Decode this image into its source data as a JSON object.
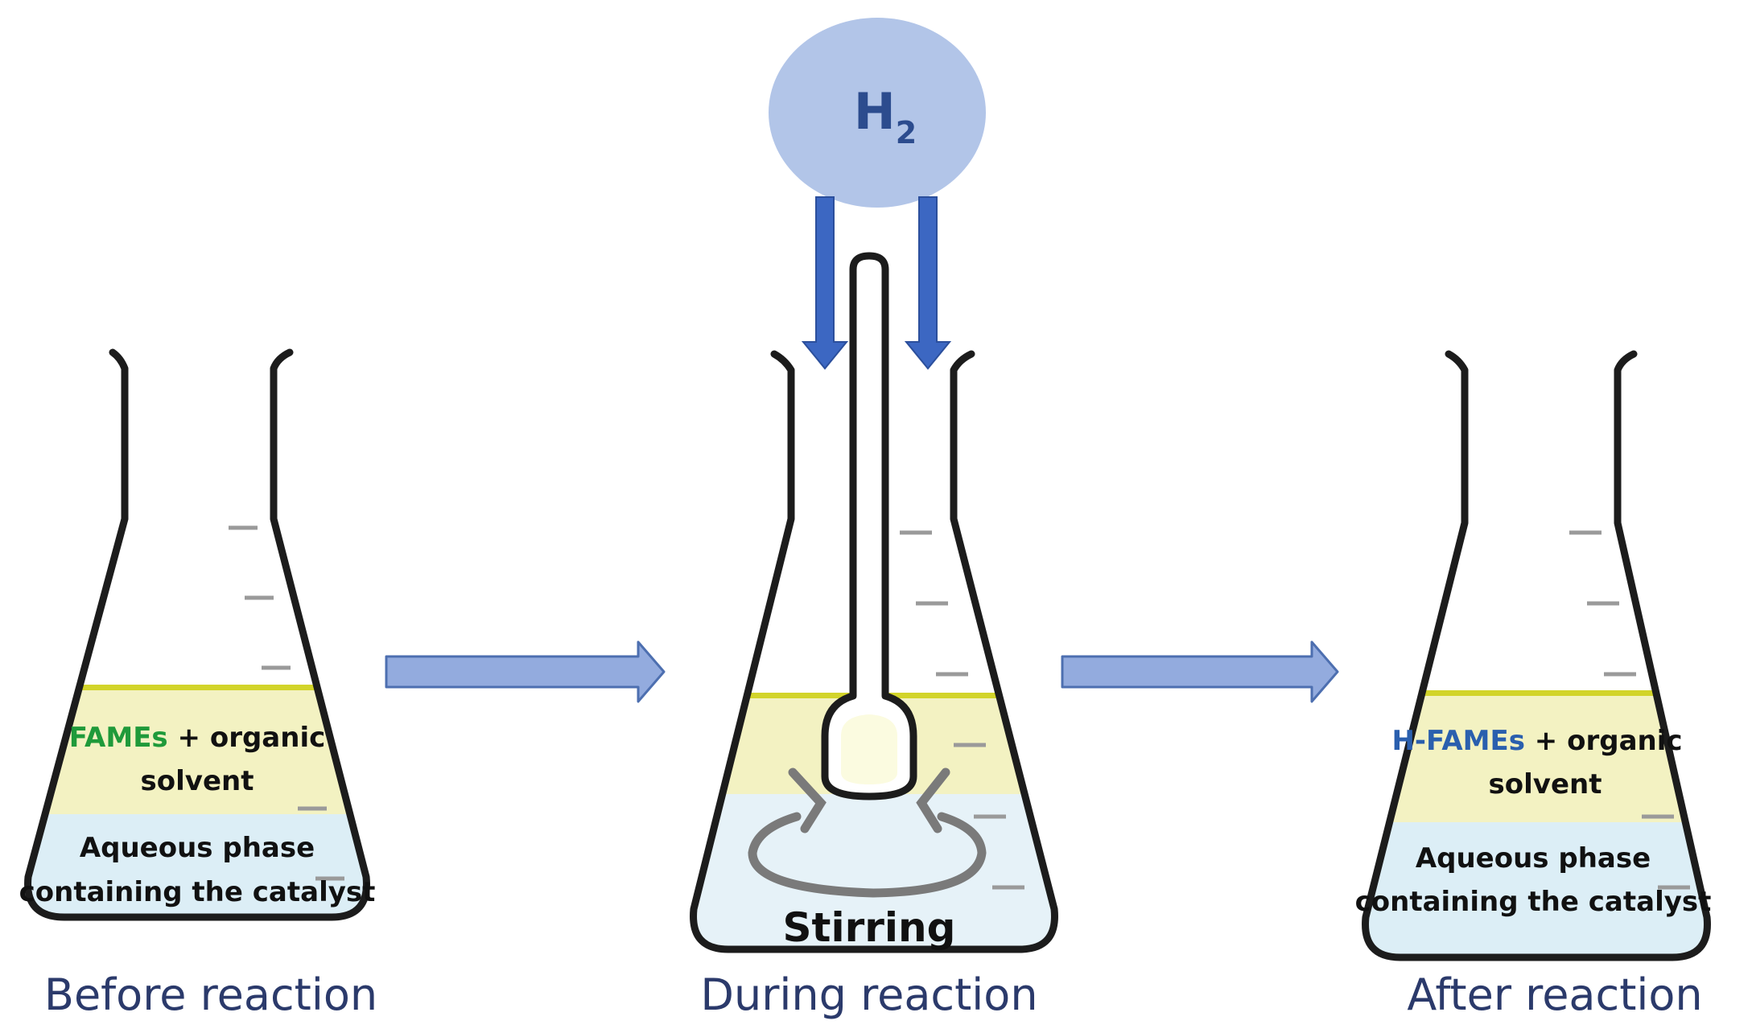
{
  "gas": {
    "symbol": "H",
    "subscript": "2"
  },
  "colors": {
    "organic_layer": "#f3f2c2",
    "organic_top_line": "#d2d42a",
    "aqueous_layer": "#dceef6",
    "aqueous_light": "#edf6fa",
    "flask_outline": "#1c1c1c",
    "arrow_fill": "#93abde",
    "arrow_stroke": "#4d6fb0",
    "gas_bubble": "#b2c5e8",
    "gas_text": "#2c4c8e",
    "down_arrow": "#3c67c2",
    "fames_green": "#1f9a3a",
    "hfames_blue": "#2a5fae",
    "caption": "#2b3a6b",
    "stir_gray": "#7a7a7a"
  },
  "flasks": [
    {
      "caption": "Before reaction",
      "organic_label_highlight": "FAMEs",
      "organic_label_rest": " + organic",
      "organic_label_line2": "solvent",
      "aqueous_label_line1": "Aqueous phase",
      "aqueous_label_line2": "containing the catalyst"
    },
    {
      "caption": "During reaction",
      "stirring_label": "Stirring"
    },
    {
      "caption": "After reaction",
      "organic_label_highlight": "H-FAMEs",
      "organic_label_rest": " + organic",
      "organic_label_line2": "solvent",
      "aqueous_label_line1": "Aqueous phase",
      "aqueous_label_line2": "containing the catalyst"
    }
  ]
}
